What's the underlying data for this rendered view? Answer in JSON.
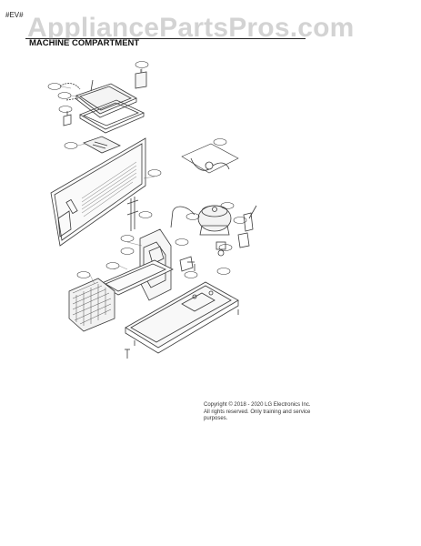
{
  "header": {
    "watermark": "AppliancePartsPros.com",
    "revision": "#EV#",
    "section_title": "MACHINE COMPARTMENT"
  },
  "footer": {
    "copyright_line1": "Copyright © 2018 - 2020 LG Electronics Inc.",
    "copyright_line2": "All rights reserved. Only training and service",
    "copyright_line3": "purposes."
  },
  "colors": {
    "line": "#3a3a3a",
    "watermark": "#9a9a9a"
  }
}
